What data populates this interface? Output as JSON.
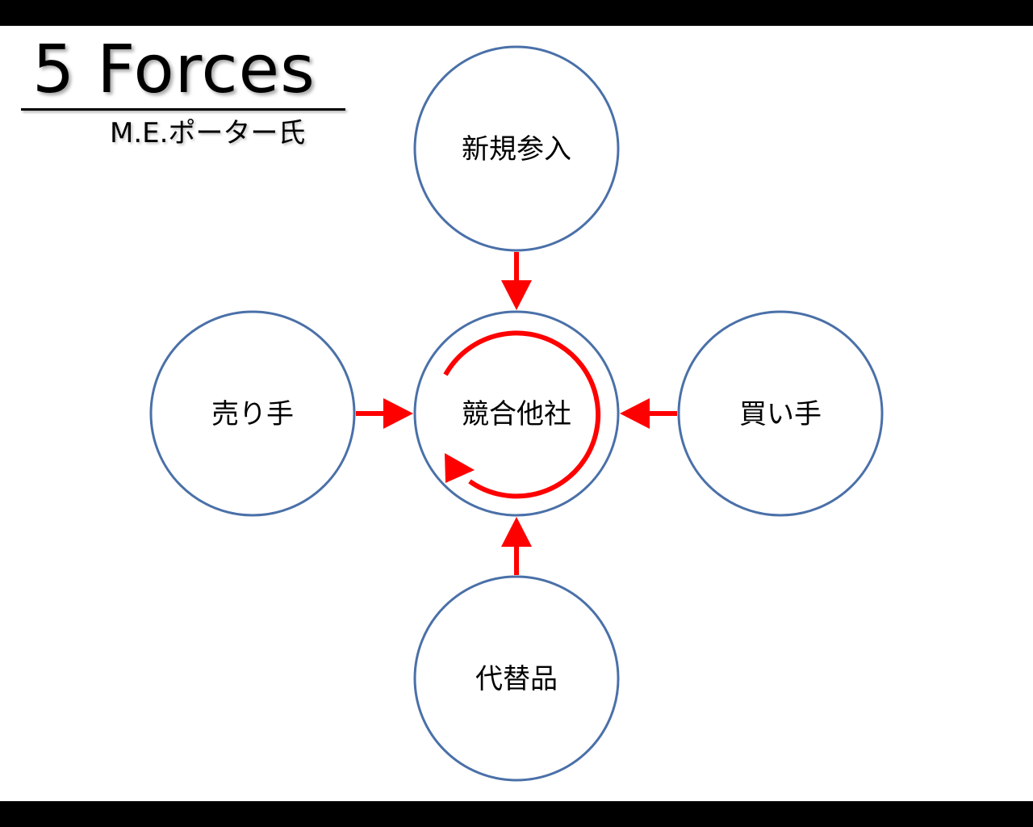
{
  "title": "5 Forces",
  "subtitle": "M.E.ポーター氏",
  "colors": {
    "node_stroke": "#4a70a8",
    "arrow": "#ff0000",
    "background": "#ffffff",
    "frame": "#000000"
  },
  "nodes": {
    "top": "新規参入",
    "left": "売り手",
    "center": "競合他社",
    "right": "買い手",
    "bottom": "代替品"
  }
}
